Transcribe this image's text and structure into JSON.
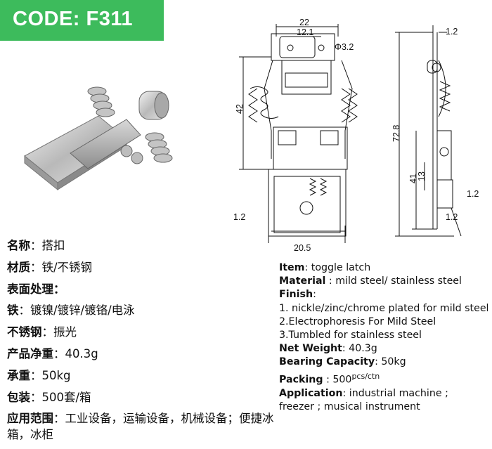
{
  "banner": {
    "code": "CODE: F311",
    "color": "#3dbb5c"
  },
  "drawing": {
    "dims": {
      "width_top": "22",
      "hole_spacing": "12.1",
      "hole_dia": "Φ3.2",
      "height_42": "42",
      "total_length": "72.8",
      "dim_41": "41",
      "dim_13": "13",
      "thickness_right": "1.2",
      "thickness_top": "1.2",
      "thickness_left": "1.2",
      "thickness_bottom": "1.2",
      "base_width": "20.5"
    }
  },
  "cn": {
    "name_label": "名称",
    "name_value": "搭扣",
    "material_label": "材质",
    "material_value": "铁/不锈钢",
    "finish_label": "表面处理",
    "iron_label": "铁",
    "iron_value": "镀镍/镀锌/镀铬/电泳",
    "ss_label": "不锈钢",
    "ss_value": "振光",
    "weight_label": "产品净重",
    "weight_value": "40.3g",
    "bearing_label": "承重",
    "bearing_value": "50kg",
    "packing_label": "包装",
    "packing_value": "500套/箱",
    "application_label": "应用范围",
    "application_value": "工业设备，运输设备，机械设备；便捷冰箱，冰柜",
    "colon": "："
  },
  "en": {
    "item_label": "Item",
    "item_value": ": toggle latch",
    "material_label": "Material",
    "material_value": " : mild steel/ stainless steel",
    "finish_label": "Finish",
    "finish_value": ":",
    "finish_1": "1. nickle/zinc/chrome plated for mild steel",
    "finish_2": "2.Electrophoresis For Mild Steel",
    "finish_3": "3.Tumbled for stainless steel",
    "weight_label": "Net Weight",
    "weight_value": ": 40.3g",
    "bearing_label": "Bearing Capacity",
    "bearing_value": ": 50kg",
    "packing_label": "Packing",
    "packing_value": " : 500",
    "packing_unit": "pcs/ctn",
    "application_label": "Application",
    "application_value": ": industrial machine ;",
    "application_line2": "freezer ; musical instrument"
  }
}
